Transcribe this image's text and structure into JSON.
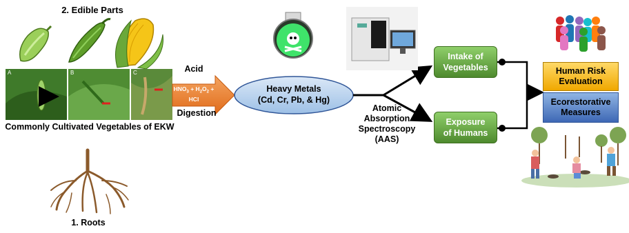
{
  "edible_parts": {
    "title": "2. Edible Parts"
  },
  "cultivated": {
    "panel_labels": [
      "A",
      "B",
      "C"
    ],
    "caption": "Commonly Cultivated Vegetables of EKW"
  },
  "roots": {
    "title": "1. Roots"
  },
  "digestion_arrow": {
    "top": "Acid",
    "formula_hno3": "HNO",
    "formula_hno3_sub": "3",
    "formula_plus1": " + H",
    "formula_h2o2_sub1": "2",
    "formula_o": "O",
    "formula_h2o2_sub2": "2",
    "formula_plus2": " +",
    "formula_hcl": "HCl",
    "bottom": "Digestion"
  },
  "heavy_metals": {
    "line1": "Heavy Metals",
    "line2": "(Cd, Cr, Pb, & Hg)"
  },
  "aas": {
    "line1": "Atomic",
    "line2": "Absorption",
    "line3": "Spectroscopy",
    "line4": "(AAS)"
  },
  "intake": {
    "line1": "Intake of",
    "line2": "Vegetables"
  },
  "exposure": {
    "line1": "Exposure",
    "line2": "of Humans"
  },
  "risk": {
    "line1": "Human Risk",
    "line2": "Evaluation"
  },
  "eco": {
    "line1": "Ecorestorative",
    "line2": "Measures"
  },
  "colors": {
    "orange_arrow": "#ed7d31",
    "ellipse_fill": "#bdd7ee",
    "ellipse_stroke": "#2f5597",
    "green_box": "#70ad47",
    "green_box_dark": "#4e8a2e",
    "yellow_box": "#ffc000",
    "blue_box": "#4472c4",
    "line": "#000000"
  },
  "icons": [
    "zucchini-icon",
    "okra-icon",
    "corn-icon",
    "poison-bottle-icon",
    "spectrometer-icon",
    "people-group-icon",
    "roots-icon",
    "gardening-scene-icon"
  ]
}
